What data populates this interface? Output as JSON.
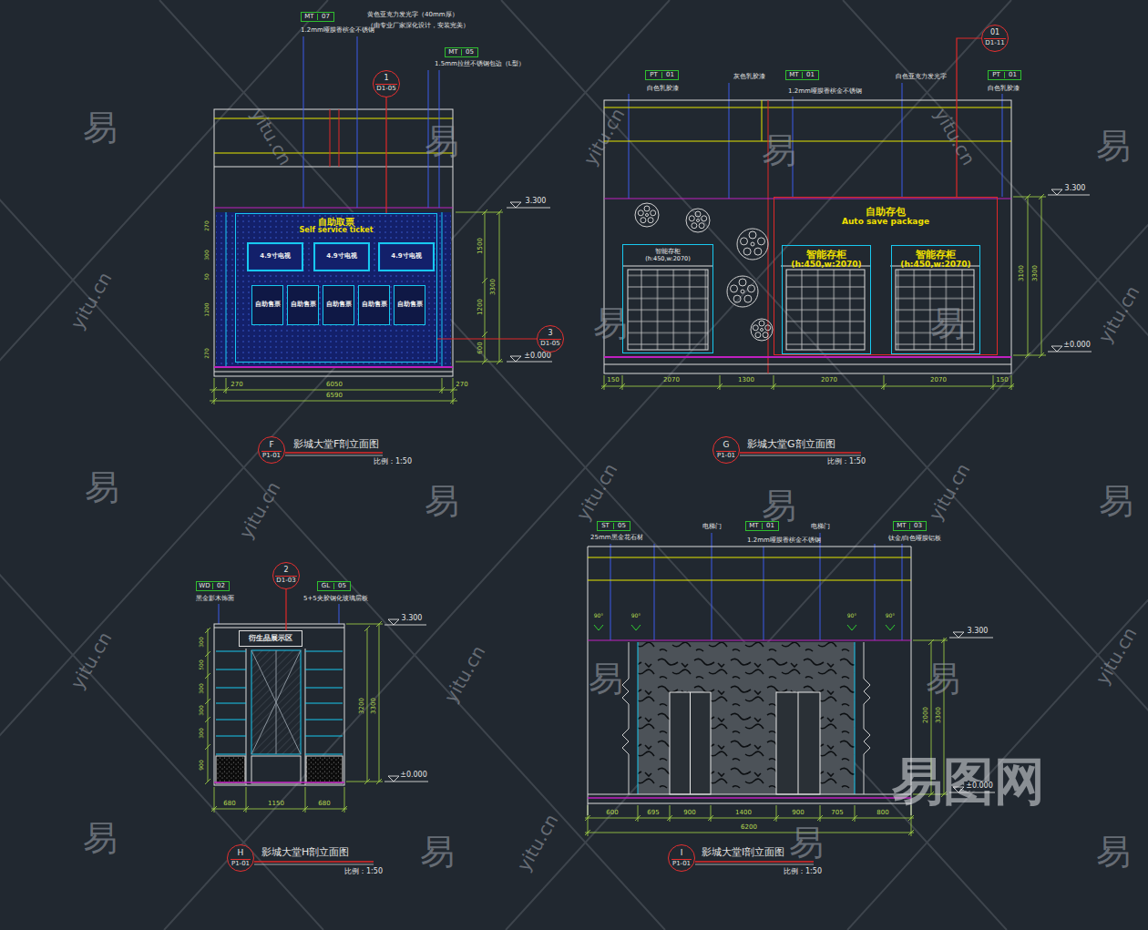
{
  "diagram": {
    "nodes": [
      {
        "text": [
          "MT",
          "07"
        ]
      },
      {
        "text": [
          "MT",
          "05"
        ]
      },
      {
        "text": [
          "1",
          "D1-05"
        ]
      },
      {
        "text": [
          "自助取票",
          "Self service ticket"
        ]
      },
      {
        "text": [
          "4.9寸电视"
        ],
        "in": 3
      },
      {
        "text": [
          "4.9寸电视"
        ],
        "in": 3
      },
      {
        "text": [
          "4.9寸电视"
        ],
        "in": 3
      },
      {
        "text": [
          "自助售票"
        ],
        "in": 3
      },
      {
        "text": [
          "自助售票"
        ],
        "in": 3
      },
      {
        "text": [
          "自助售票"
        ],
        "in": 3
      },
      {
        "text": [
          "自助售票"
        ],
        "in": 3
      },
      {
        "text": [
          "自助售票"
        ],
        "in": 3
      },
      {
        "text": [
          "3",
          "D1-05"
        ]
      },
      {
        "text": [
          "F",
          "P1-01"
        ]
      },
      {
        "text": [
          "PT",
          "01"
        ]
      },
      {
        "text": [
          "MT",
          "01"
        ]
      },
      {
        "text": [
          "PT",
          "01"
        ]
      },
      {
        "text": [
          "01",
          "D1-11"
        ]
      },
      {
        "text": [
          "智能存柜",
          "(h:450,w:2070)"
        ]
      },
      {
        "text": [
          "自助存包",
          "Auto save package"
        ]
      },
      {
        "text": [
          "智能存柜",
          "(h:450,w:2070)"
        ],
        "in": 19
      },
      {
        "text": [
          "智能存柜",
          "(h:450,w:2070)"
        ],
        "in": 19
      },
      {
        "text": [
          "G",
          "P1-01"
        ]
      },
      {
        "text": [
          "WD",
          "02"
        ]
      },
      {
        "text": [
          "2",
          "D1-03"
        ]
      },
      {
        "text": [
          "GL",
          "05"
        ]
      },
      {
        "text": [
          "衍生品展示区"
        ]
      },
      {
        "text": [
          "H",
          "P1-01"
        ]
      },
      {
        "text": [
          "ST",
          "05"
        ]
      },
      {
        "text": [
          "MT",
          "01"
        ]
      },
      {
        "text": [
          "MT",
          "03"
        ]
      },
      {
        "text": [
          "I",
          "P1-01"
        ]
      }
    ],
    "edges": [
      {
        "from": 2,
        "to": 3,
        "arrow": "none"
      },
      {
        "from": 12,
        "to": 3,
        "arrow": "none"
      },
      {
        "from": 17,
        "to": 19,
        "arrow": "none"
      },
      {
        "from": 24,
        "to": 26,
        "arrow": "none"
      }
    ],
    "labels": [
      "1.2mm哑膜香槟金不锈钢",
      "黄色亚克力发光字（40mm厚）",
      "（由专业厂家深化设计，安装完美）",
      "1.5mm拉丝不锈钢包边（L型）",
      "3.300",
      "±0.000",
      "1500",
      "1200",
      "600",
      "3300",
      "270",
      "6050",
      "270",
      "6590",
      "270",
      "300",
      "50",
      "1200",
      "270",
      "影城大堂F剖立面图",
      "比例：1:50",
      "白色乳胶漆",
      "灰色乳胶漆",
      "1.2mm哑膜香槟金不锈钢",
      "白色亚克力发光字",
      "白色乳胶漆",
      "3.300",
      "±0.000",
      "3100",
      "3300",
      "150",
      "2070",
      "1300",
      "2070",
      "2070",
      "150",
      "影城大堂G剖立面图",
      "比例：1:50",
      "黑金影木饰面",
      "5+5夹胶钢化玻璃层板",
      "3.300",
      "±0.000",
      "3200",
      "3300",
      "680",
      "1150",
      "680",
      "300",
      "500",
      "300",
      "300",
      "300",
      "900",
      "影城大堂H剖立面图",
      "比例：1:50",
      "25mm黑金花石材",
      "电梯门",
      "电梯门",
      "1.2mm哑膜香槟金不锈钢",
      "钛金/白色哑膜铝板",
      "90°",
      "90°",
      "90°",
      "90°",
      "3.300",
      "±0.000",
      "2000",
      "3300",
      "600",
      "695",
      "900",
      "1400",
      "900",
      "705",
      "800",
      "6200",
      "影城大堂I剖立面图",
      "比例：1:50",
      "易",
      "易",
      "易",
      "易",
      "易",
      "易",
      "易",
      "易",
      "易",
      "易",
      "易",
      "易",
      "易",
      "易",
      "易",
      "易",
      "yitu.cn",
      "yitu.cn",
      "yitu.cn",
      "yitu.cn",
      "yitu.cn",
      "yitu.cn",
      "yitu.cn",
      "yitu.cn",
      "yitu.cn",
      "yitu.cn",
      "yitu.cn",
      "yitu.cn",
      "易图网"
    ]
  }
}
